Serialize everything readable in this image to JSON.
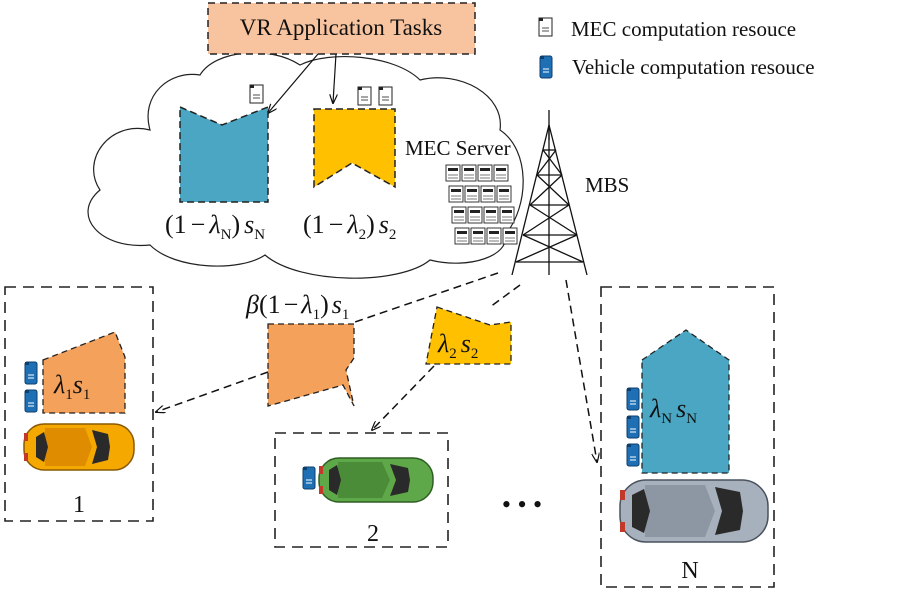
{
  "task_box": {
    "label": "VR Application Tasks"
  },
  "legend": {
    "mec_label": "MEC computation resouce",
    "vehicle_label": "Vehicle computation resouce"
  },
  "mec_server": {
    "label": "MEC Server"
  },
  "mbs": {
    "label": "MBS"
  },
  "cloud_tasks": [
    {
      "open": "(",
      "one": "1",
      "minus": "−",
      "lam": "λ",
      "lam_sub": "N",
      "close": ")",
      "s": "s",
      "s_sub": "N"
    },
    {
      "open": "(",
      "one": "1",
      "minus": "−",
      "lam": "λ",
      "lam_sub": "2",
      "close": ")",
      "s": "s",
      "s_sub": "2"
    }
  ],
  "offload_labels": {
    "beta": {
      "beta": "β",
      "open": "(",
      "one": "1",
      "minus": "−",
      "lam": "λ",
      "lam_sub": "1",
      "close": ")",
      "s": "s",
      "s_sub": "1"
    },
    "lam2": {
      "lam": "λ",
      "lam_sub": "2",
      "s": "s",
      "s_sub": "2"
    }
  },
  "vehicles": [
    {
      "id": "1",
      "lam": "λ",
      "lam_sub": "1",
      "s": "s",
      "s_sub": "1",
      "body_color": "#f5a800"
    },
    {
      "id": "2",
      "body_color": "#5fa84a"
    },
    {
      "id": "N",
      "lam": "λ",
      "lam_sub": "N",
      "s": "s",
      "s_sub": "N",
      "body_color": "#a7b0bd"
    }
  ],
  "ellipsis": "•  •  •",
  "colors": {
    "blue_task": "#4aa6c2",
    "yellow_task": "#ffc000",
    "orange_task": "#f4a15b",
    "task_box": "#f8c4a0",
    "vehicle_res": "#1f6fb5"
  }
}
